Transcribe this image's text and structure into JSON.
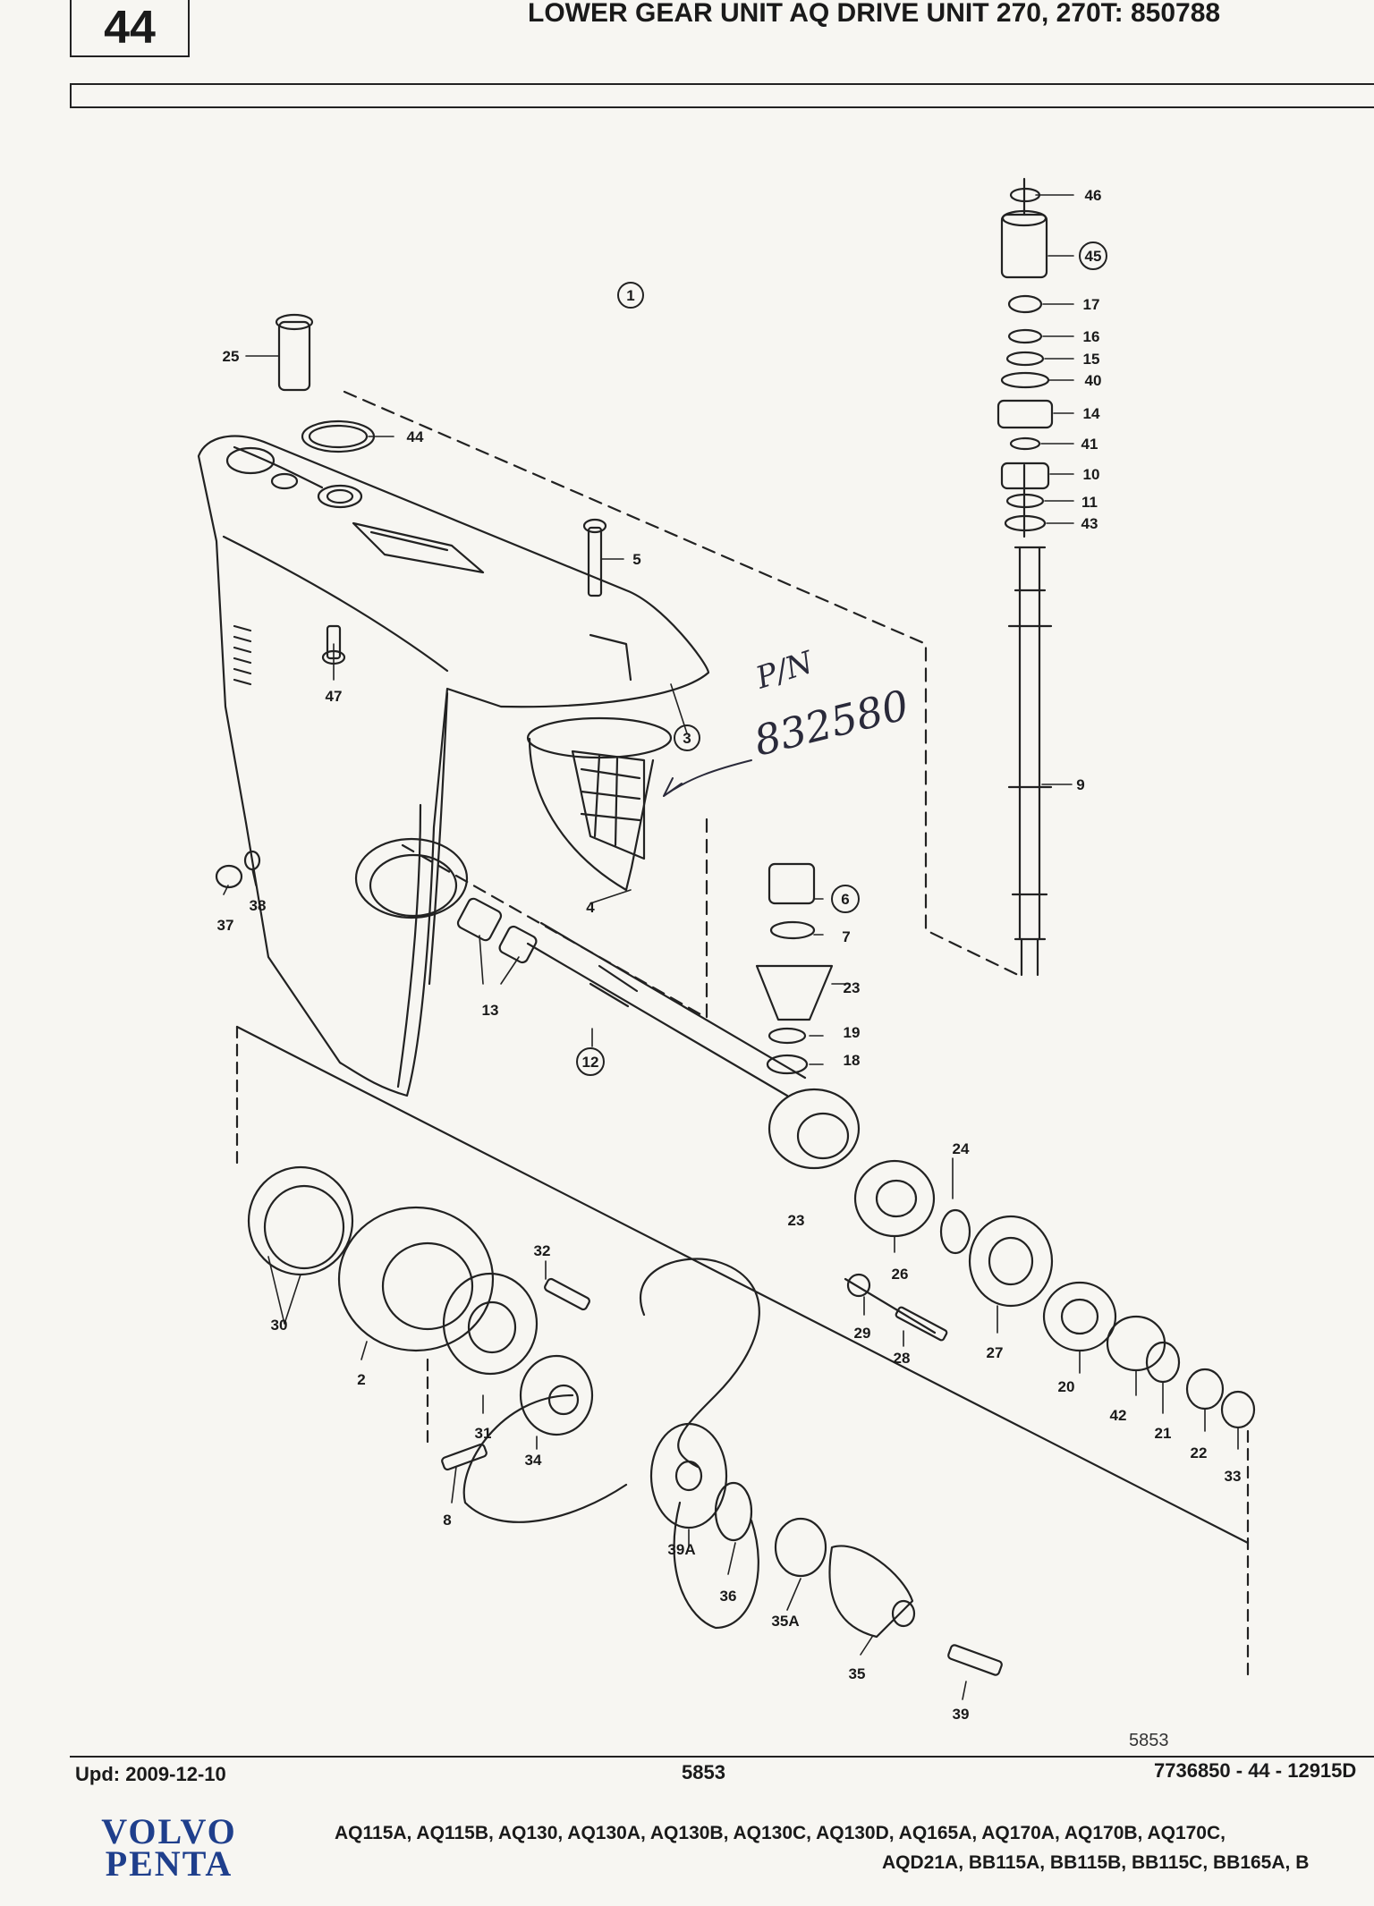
{
  "header": {
    "page_number": "44",
    "title": "LOWER GEAR UNIT AQ DRIVE UNIT 270, 270T: 850788"
  },
  "diagram": {
    "handwritten_note": [
      "P/N",
      "832580"
    ],
    "callouts": [
      "1",
      "2",
      "3",
      "4",
      "5",
      "6",
      "7",
      "8",
      "9",
      "10",
      "11",
      "12",
      "13",
      "14",
      "15",
      "16",
      "17",
      "18",
      "19",
      "20",
      "21",
      "22",
      "23",
      "23",
      "24",
      "25",
      "26",
      "27",
      "28",
      "29",
      "30",
      "31",
      "32",
      "33",
      "34",
      "35",
      "35A",
      "36",
      "37",
      "38",
      "39",
      "39A",
      "40",
      "41",
      "42",
      "43",
      "44",
      "45",
      "46",
      "47"
    ]
  },
  "footer": {
    "small_number": "5853",
    "updated": "Upd: 2009-12-10",
    "document_number": "5853",
    "reference": "7736850 - 44 - 12915D",
    "brand_line1": "VOLVO",
    "brand_line2": "PENTA",
    "models_line1": "AQ115A, AQ115B, AQ130, AQ130A, AQ130B, AQ130C, AQ130D, AQ165A, AQ170A, AQ170B, AQ170C,",
    "models_line2": "AQD21A, BB115A, BB115B, BB115C, BB165A, B"
  }
}
